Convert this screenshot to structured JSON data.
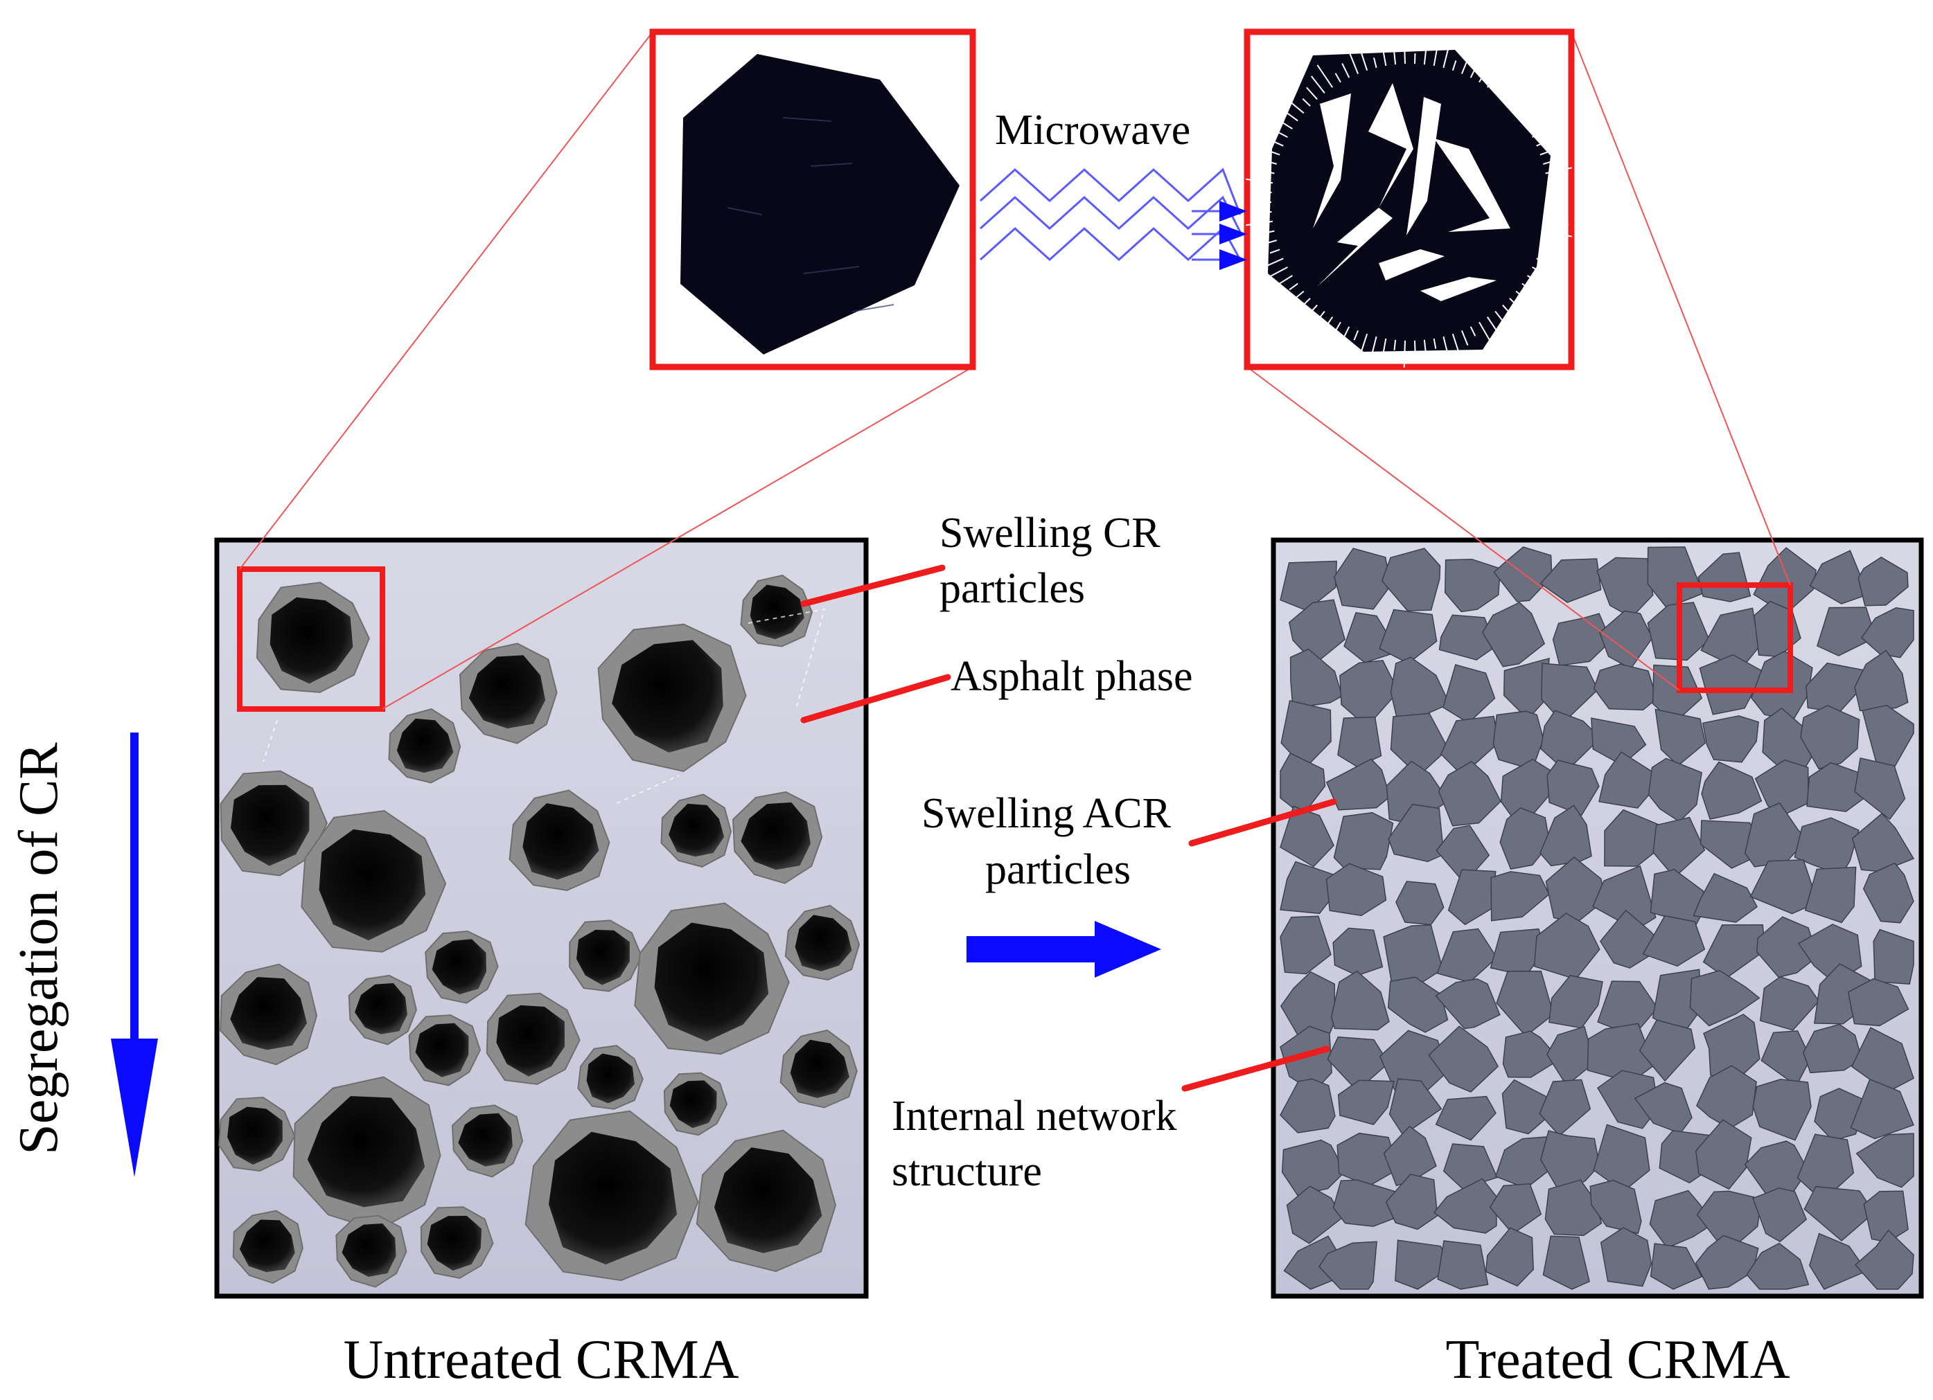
{
  "labels": {
    "microwave": "Microwave",
    "swelling_cr_1": "Swelling CR",
    "swelling_cr_2": "particles",
    "asphalt_phase": "Asphalt phase",
    "swelling_acr_1": "Swelling ACR",
    "swelling_acr_2": "particles",
    "network_1": "Internal network",
    "network_2": "structure",
    "segregation": "Segregation of CR",
    "untreated": "Untreated CRMA",
    "treated": "Treated CRMA"
  },
  "colors": {
    "frame_red": "#ee1c1c",
    "arrow_blue": "#0a0aff",
    "wave_blue": "#5a5aff",
    "asphalt_matrix": "#c8c8dc",
    "swollen_shell": "#8a8a8a",
    "rubber_core": "#0a0a0a",
    "acr_fragment": "#6a7080",
    "particle_dark": "#070718"
  }
}
